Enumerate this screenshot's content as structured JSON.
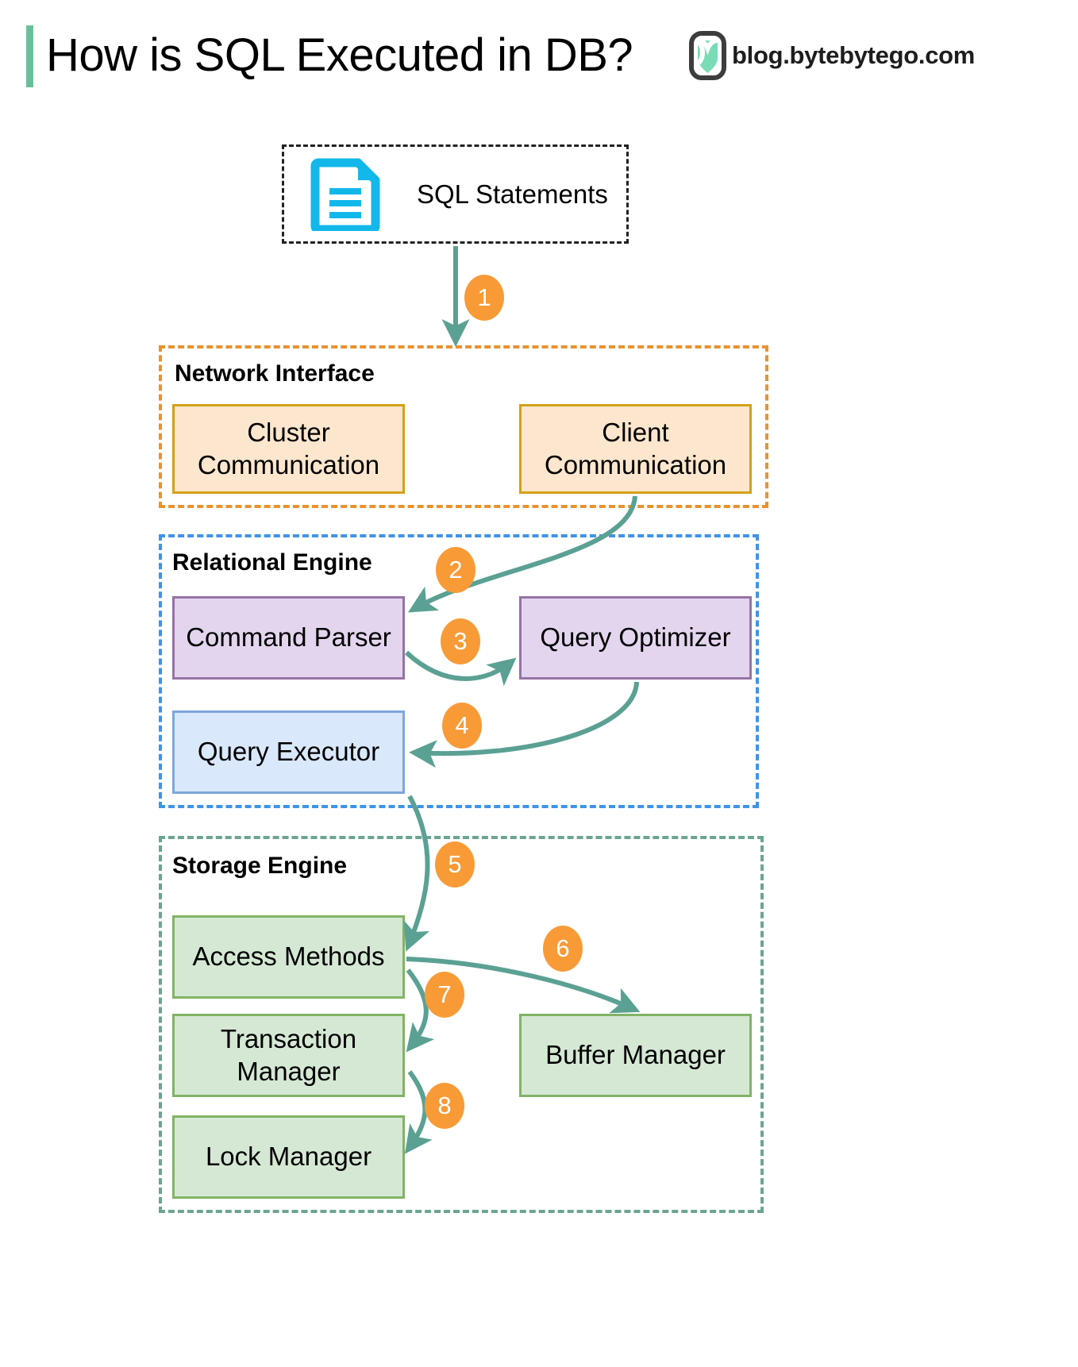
{
  "header": {
    "title": "How is SQL Executed in DB?",
    "accent_color": "#6abf9a",
    "brand_text": "blog.bytebytego.com",
    "brand_logo_icon": "bytebytego-logo-icon"
  },
  "source": {
    "label": "SQL Statements",
    "icon": "document-icon",
    "icon_color": "#12b8ea",
    "border_style": "dashed",
    "border_color": "#222222"
  },
  "groups": [
    {
      "id": "network",
      "label": "Network Interface",
      "border_color": "#e8922f",
      "nodes": [
        {
          "id": "cluster-communication",
          "label": "Cluster\nCommunication",
          "line1": "Cluster",
          "line2": "Communication",
          "fill": "#fce6cd",
          "stroke": "#d4a017"
        },
        {
          "id": "client-communication",
          "label": "Client\nCommunication",
          "line1": "Client",
          "line2": "Communication",
          "fill": "#fce6cd",
          "stroke": "#d4a017"
        }
      ]
    },
    {
      "id": "relational",
      "label": "Relational Engine",
      "border_color": "#3f93e8",
      "nodes": [
        {
          "id": "command-parser",
          "label": "Command Parser",
          "fill": "#e4d5ef",
          "stroke": "#9673a6"
        },
        {
          "id": "query-optimizer",
          "label": "Query Optimizer",
          "fill": "#e4d5ef",
          "stroke": "#9673a6"
        },
        {
          "id": "query-executor",
          "label": "Query Executor",
          "fill": "#dae8fc",
          "stroke": "#7ea6dc"
        }
      ]
    },
    {
      "id": "storage",
      "label": "Storage Engine",
      "border_color": "#6ba591",
      "nodes": [
        {
          "id": "access-methods",
          "label": "Access Methods",
          "fill": "#d5e8d4",
          "stroke": "#82b366"
        },
        {
          "id": "buffer-manager",
          "label": "Buffer Manager",
          "fill": "#d5e8d4",
          "stroke": "#82b366"
        },
        {
          "id": "transaction-manager",
          "label": "Transaction\nManager",
          "line1": "Transaction",
          "line2": "Manager",
          "fill": "#d5e8d4",
          "stroke": "#82b366"
        },
        {
          "id": "lock-manager",
          "label": "Lock Manager",
          "fill": "#d5e8d4",
          "stroke": "#82b366"
        }
      ]
    }
  ],
  "steps": [
    {
      "number": "1",
      "from": "SQL Statements",
      "to": "Network Interface"
    },
    {
      "number": "2",
      "from": "Client Communication",
      "to": "Command Parser"
    },
    {
      "number": "3",
      "from": "Command Parser",
      "to": "Query Optimizer"
    },
    {
      "number": "4",
      "from": "Query Optimizer",
      "to": "Query Executor"
    },
    {
      "number": "5",
      "from": "Query Executor",
      "to": "Access Methods"
    },
    {
      "number": "6",
      "from": "Access Methods",
      "to": "Buffer Manager"
    },
    {
      "number": "7",
      "from": "Access Methods",
      "to": "Transaction Manager"
    },
    {
      "number": "8",
      "from": "Transaction Manager",
      "to": "Lock Manager"
    }
  ],
  "colors": {
    "arrow": "#5ba193",
    "badge": "#f89b37",
    "badge_text": "#ffffff",
    "background": "#ffffff"
  }
}
